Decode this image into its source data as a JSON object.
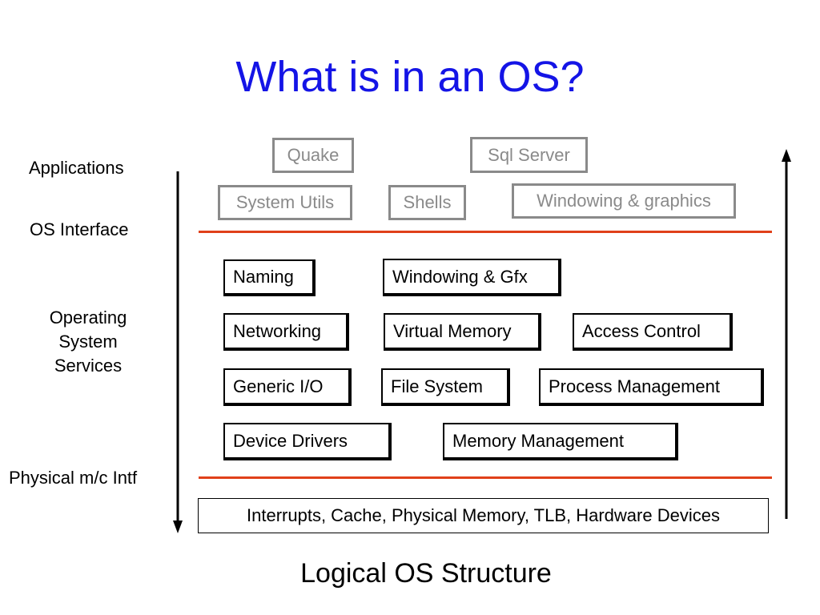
{
  "title": "What is in an OS?",
  "side_labels": {
    "applications": "Applications",
    "os_interface": "OS Interface",
    "os_services": [
      "Operating",
      "System",
      "Services"
    ],
    "physical_intf": "Physical m/c Intf"
  },
  "apps": {
    "quake": "Quake",
    "sql_server": "Sql Server",
    "system_utils": "System Utils",
    "shells": "Shells",
    "windowing_graphics": "Windowing & graphics"
  },
  "services": {
    "naming": "Naming",
    "windowing_gfx": "Windowing & Gfx",
    "networking": "Networking",
    "virtual_memory": "Virtual Memory",
    "access_control": "Access Control",
    "generic_io": "Generic I/O",
    "file_system": "File System",
    "process_management": "Process Management",
    "device_drivers": "Device Drivers",
    "memory_management": "Memory Management"
  },
  "hardware": "Interrupts, Cache, Physical Memory, TLB, Hardware Devices",
  "caption": "Logical OS Structure",
  "colors": {
    "title": "#1414e6",
    "rule": "#e0401a",
    "app_box": "#8a8a8a",
    "text": "#000000"
  }
}
